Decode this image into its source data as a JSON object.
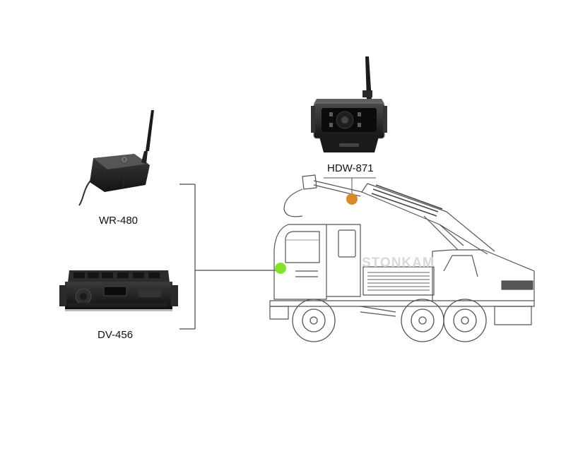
{
  "devices": {
    "receiver": {
      "label": "WR-480"
    },
    "recorder": {
      "label": "DV-456"
    },
    "camera": {
      "label": "HDW-871"
    }
  },
  "watermark": {
    "text": "STONKAM"
  },
  "colors": {
    "camera_marker": "#d98a2b",
    "recorder_marker": "#86e12a",
    "line": "#222222"
  },
  "icons": {
    "receiver": "wireless-receiver-icon",
    "recorder": "mobile-dvr-icon",
    "camera": "wireless-camera-icon",
    "vehicle": "crane-truck-icon"
  }
}
